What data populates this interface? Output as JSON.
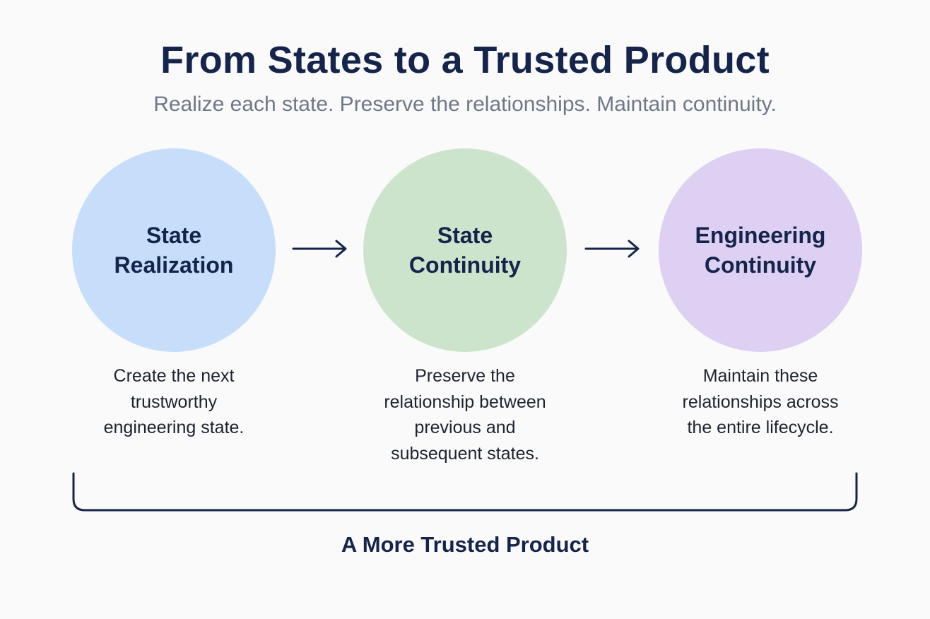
{
  "header": {
    "title": "From States to a Trusted Product",
    "subtitle": "Realize each state. Preserve the relationships. Maintain continuity."
  },
  "stages": [
    {
      "label": "State\nRealization",
      "description": "Create the next\ntrustworthy\nengineering state.",
      "color": "#c6defa"
    },
    {
      "label": "State\nContinuity",
      "description": "Preserve the\nrelationship between\nprevious and\nsubsequent states.",
      "color": "#cce4cc"
    },
    {
      "label": "Engineering\nContinuity",
      "description": "Maintain these\nrelationships across\nthe entire lifecycle.",
      "color": "#ddd0f2"
    }
  ],
  "arrows": [
    {
      "icon": "arrow-right-icon"
    },
    {
      "icon": "arrow-right-icon"
    }
  ],
  "footer": {
    "bracket_icon": "bracket-icon",
    "result": "A More Trusted Product"
  },
  "colors": {
    "ink": "#14244a",
    "muted": "#6e7888",
    "background": "#fafafa"
  }
}
